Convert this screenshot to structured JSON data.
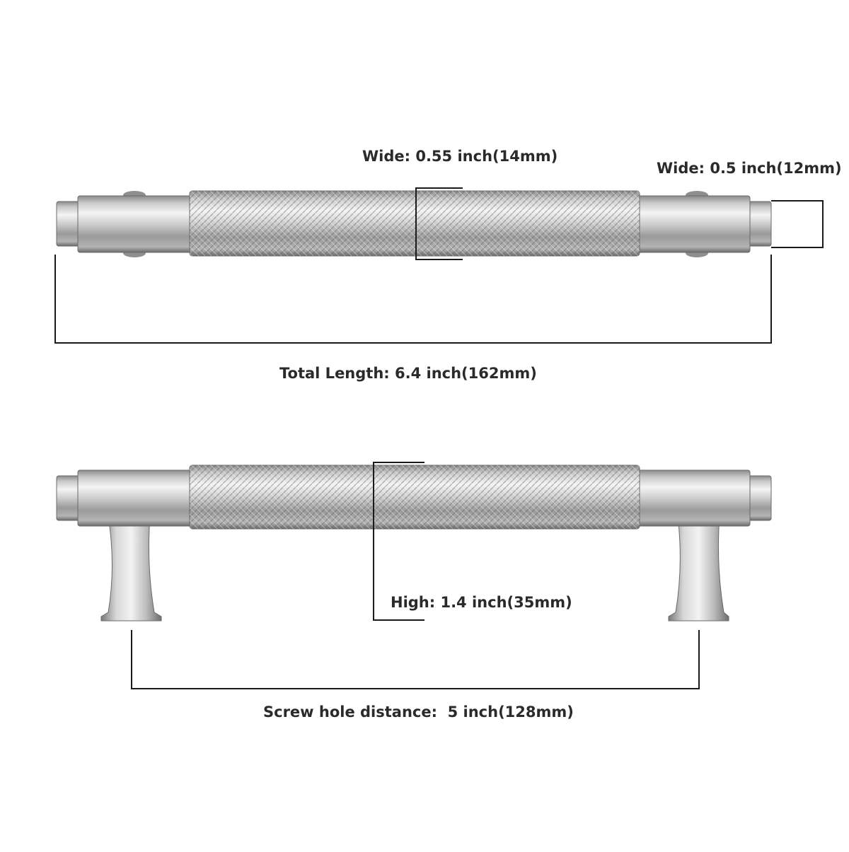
{
  "labels": {
    "grip_width": "Wide: 0.55 inch(14mm)",
    "end_width": "Wide: 0.5 inch(12mm)",
    "total_length": "Total Length: 6.4 inch(162mm)",
    "height": "High: 1.4 inch(35mm)",
    "screw_hole_distance": "Screw hole distance:  5 inch(128mm)"
  },
  "colors": {
    "line": "#1a1a1a",
    "text": "#2a2a2a",
    "metal_light": "#f2f2f2",
    "metal_mid": "#bdbdbd",
    "metal_dark": "#6e6e6e"
  }
}
